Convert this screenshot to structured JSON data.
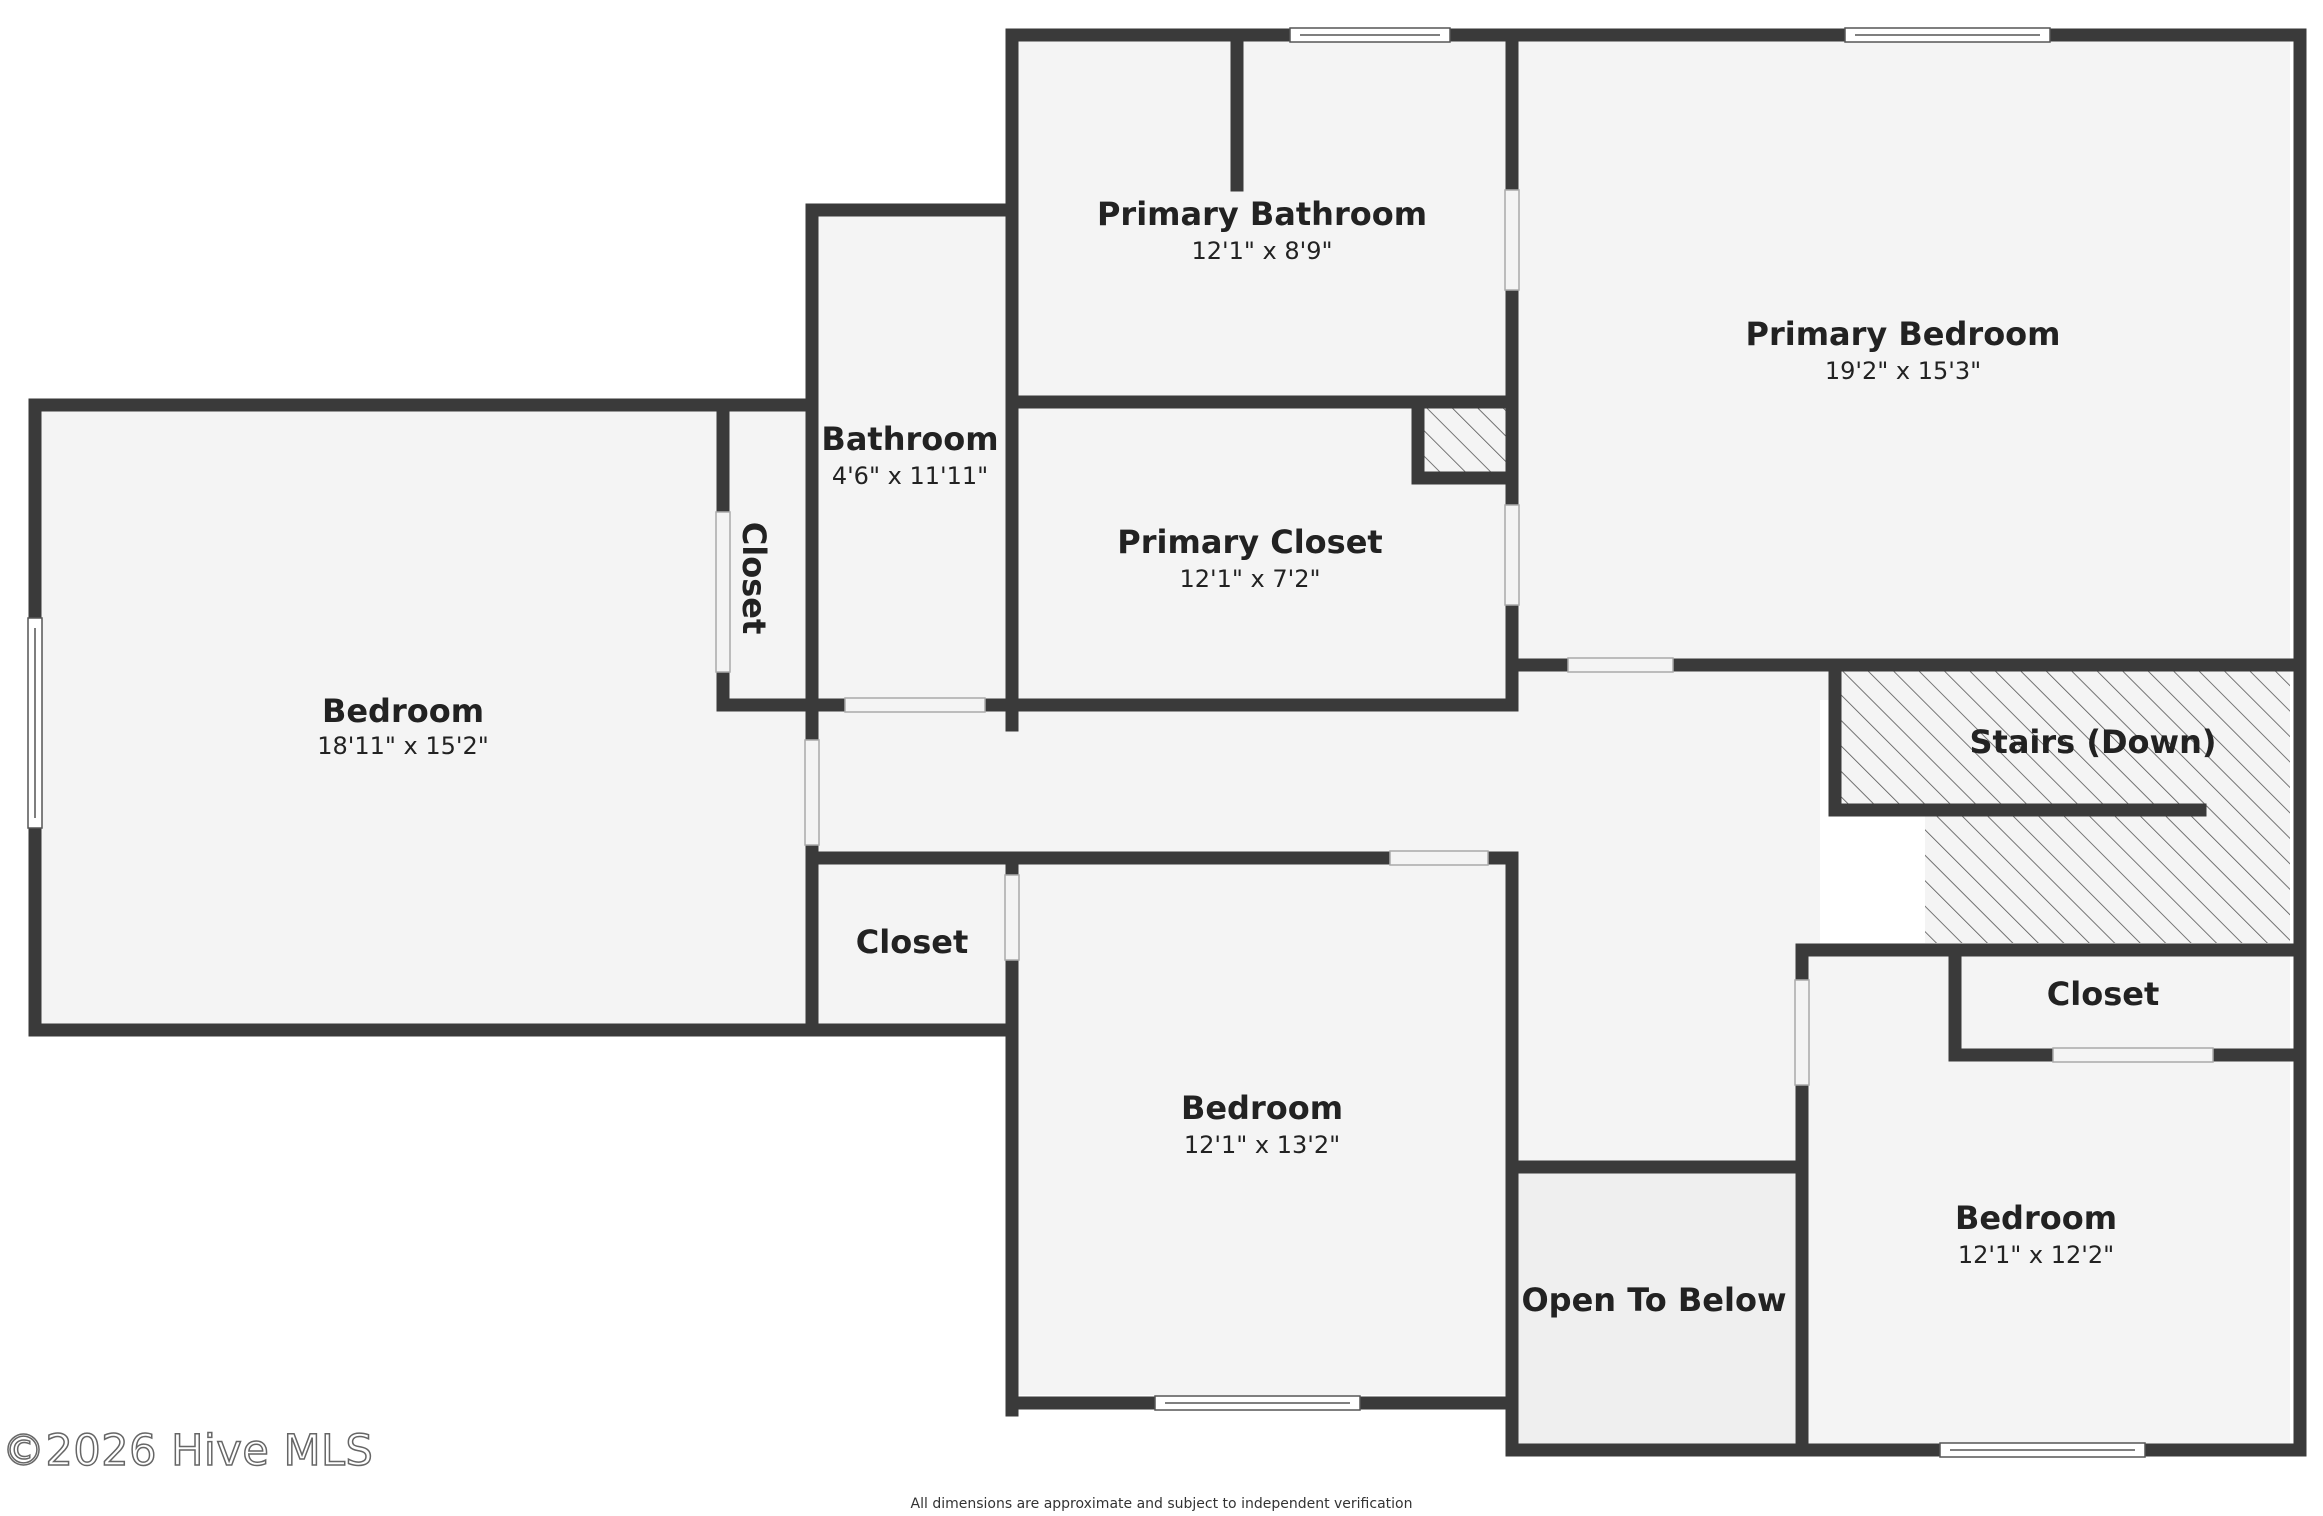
{
  "plan": {
    "wall_color": "#3a3a3a",
    "floor_color": "#f4f4f4",
    "open_floor_color": "#efefef",
    "hatch_color": "#555555"
  },
  "rooms": {
    "bedroom_left": {
      "name": "Bedroom",
      "dims": "18'11\" x 15'2\""
    },
    "closet_vertical": {
      "name": "Closet"
    },
    "bathroom": {
      "name": "Bathroom",
      "dims": "4'6\" x 11'11\""
    },
    "primary_bathroom": {
      "name": "Primary Bathroom",
      "dims": "12'1\" x 8'9\""
    },
    "primary_closet": {
      "name": "Primary Closet",
      "dims": "12'1\" x 7'2\""
    },
    "primary_bedroom": {
      "name": "Primary Bedroom",
      "dims": "19'2\" x 15'3\""
    },
    "stairs": {
      "name": "Stairs (Down)"
    },
    "closet_hall": {
      "name": "Closet"
    },
    "bedroom_middle": {
      "name": "Bedroom",
      "dims": "12'1\" x 13'2\""
    },
    "open_to_below": {
      "name": "Open To Below"
    },
    "closet_right": {
      "name": "Closet"
    },
    "bedroom_right": {
      "name": "Bedroom",
      "dims": "12'1\" x 12'2\""
    }
  },
  "watermark": "©2026 Hive MLS",
  "disclaimer": "All dimensions are approximate and subject to independent verification"
}
